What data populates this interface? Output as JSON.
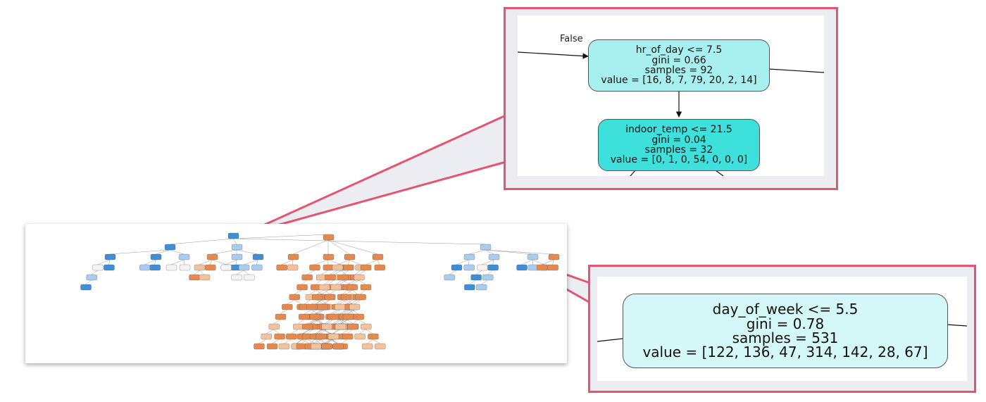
{
  "zoom_top": {
    "edge_label": "False",
    "root_node": {
      "lines": [
        "hr_of_day <= 7.5",
        "gini = 0.66",
        "samples = 92",
        "value = [16, 8, 7, 79, 20, 2, 14]"
      ],
      "color": "#a8f0f0"
    },
    "child_node": {
      "lines": [
        "indoor_temp <= 21.5",
        "gini = 0.04",
        "samples = 32",
        "value = [0, 1, 0, 54, 0, 0, 0]"
      ],
      "color": "#3ee0dc"
    }
  },
  "zoom_bottom": {
    "node": {
      "lines": [
        "day_of_week <= 5.5",
        "gini = 0.78",
        "samples = 531",
        "value = [122, 136, 47, 314, 142, 28, 67]"
      ],
      "color": "#d4f8f8"
    }
  },
  "colors": {
    "callout_border": "#e4566f",
    "callout_fill": "#ebedf2",
    "blue_node": "#3f8fd8",
    "orange_node": "#e58a4e",
    "light_blue_node": "#a9cdee",
    "light_orange_node": "#f2c29c"
  }
}
